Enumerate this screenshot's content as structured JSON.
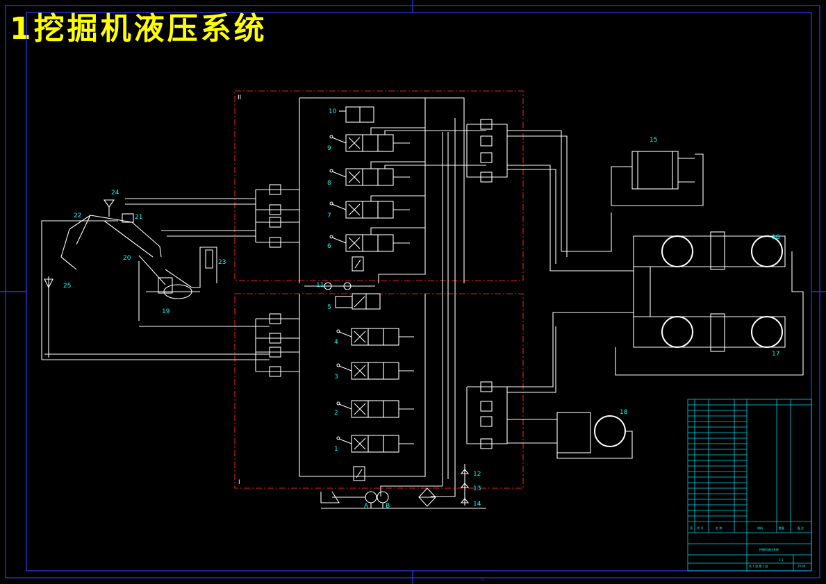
{
  "title": "1挖掘机液压系统",
  "group_labels": {
    "upper": "II",
    "lower": "I"
  },
  "pump_ports": {
    "a": "A",
    "b": "B"
  },
  "components": {
    "c1": "1",
    "c2": "2",
    "c3": "3",
    "c4": "4",
    "c5": "5",
    "c6": "6",
    "c7": "7",
    "c8": "8",
    "c9": "9",
    "c10": "10",
    "c11": "11",
    "c12": "12",
    "c13": "13",
    "c14": "14",
    "c15": "15",
    "c16": "16",
    "c17": "17",
    "c18": "18",
    "c19": "19",
    "c20": "20",
    "c21": "21",
    "c22": "22",
    "c23": "23",
    "c24": "24",
    "c25": "25"
  },
  "title_block": {
    "drawing_name": "挖掘机液压系统",
    "drawing_no": "ZY-00",
    "scale": "1:1",
    "col_no": "序",
    "col_code": "代 号",
    "col_name": "名 称",
    "col_material": "材料",
    "col_qty": "数量",
    "col_remark": "备 注",
    "sheet_note": "共 1 张 第 1 张"
  },
  "sheet_code": "A1",
  "colors": {
    "background": "#000000",
    "title": "#ffff00",
    "lines": "#ffffff",
    "border": "#2f3cff",
    "group_frame": "#e02020",
    "labels": "#00ffff"
  }
}
